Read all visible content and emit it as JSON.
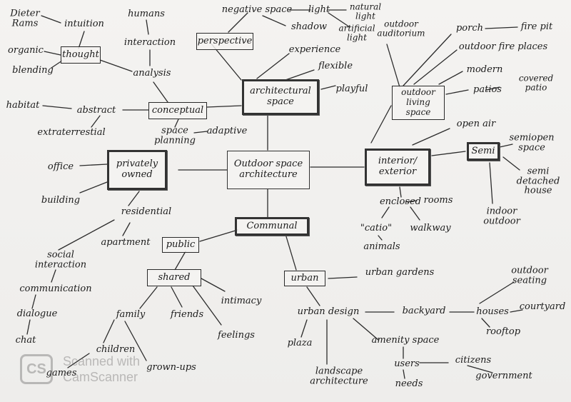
{
  "nodes": {
    "outdoor_space_architecture": "Outdoor space\narchitecture",
    "architectural_space": "architectural\nspace",
    "privately_owned": "privately\nowned",
    "interior_exterior": "interior/\nexterior",
    "communal": "Communal",
    "conceptual": "conceptual",
    "perspective": "perspective",
    "thought": "thought",
    "public": "public",
    "shared": "shared",
    "urban": "urban",
    "semi": "Semi",
    "outdoor_living_space": "outdoor\nliving\nspace",
    "dieter_rams": "Dieter\nRams",
    "intuition": "intuition",
    "humans": "humans",
    "interaction": "interaction",
    "organic": "organic",
    "blending": "blending",
    "analysis": "analysis",
    "negative_space": "negative space",
    "light": "light",
    "natural_light": "natural\nlight",
    "shadow": "shadow",
    "artificial_light": "artificial\nlight",
    "experience": "experience",
    "flexible": "flexible",
    "playful": "playful",
    "outdoor_auditorium": "outdoor\nauditorium",
    "porch": "porch",
    "fire_pit": "fire pit",
    "outdoor_fire_places": "outdoor fire places",
    "modern": "modern",
    "patios": "patios",
    "covered_patio": "covered\npatio",
    "habitat": "habitat",
    "abstract": "abstract",
    "extraterrestial": "extraterrestial",
    "space_planning": "space\nplanning",
    "adaptive": "adaptive",
    "open_air": "open air",
    "semi_open_space": "semiopen\nspace",
    "semi_detached_house": "semi\ndetached\nhouse",
    "indoor_outdoor": "indoor\noutdoor",
    "office": "office",
    "building": "building",
    "residential": "residential",
    "enclosed": "enclosed",
    "rooms": "rooms",
    "catio": "\"catio\"",
    "walkway": "walkway",
    "animals": "animals",
    "apartment": "apartment",
    "social_interaction": "social\ninteraction",
    "communication": "communication",
    "dialogue": "dialogue",
    "chat": "chat",
    "intimacy": "intimacy",
    "family": "family",
    "friends": "friends",
    "feelings": "feelings",
    "children": "children",
    "games": "games",
    "grown_ups": "grown-ups",
    "urban_gardens": "urban gardens",
    "urban_design": "urban design",
    "backyard": "backyard",
    "houses": "houses",
    "courtyard": "courtyard",
    "outdoor_seating": "outdoor\nseating",
    "rooftop": "rooftop",
    "plaza": "plaza",
    "amenity_space": "amenity space",
    "users": "users",
    "citizens": "citizens",
    "needs": "needs",
    "government": "government",
    "landscape_architecture": "landscape\narchitecture"
  },
  "watermark": {
    "logo": "CS",
    "line1": "Scanned with",
    "line2": "CamScanner"
  },
  "colors": {
    "paper": "#f2f1ef",
    "ink": "#1b1b1b",
    "watermark": "#6f6f6f"
  }
}
